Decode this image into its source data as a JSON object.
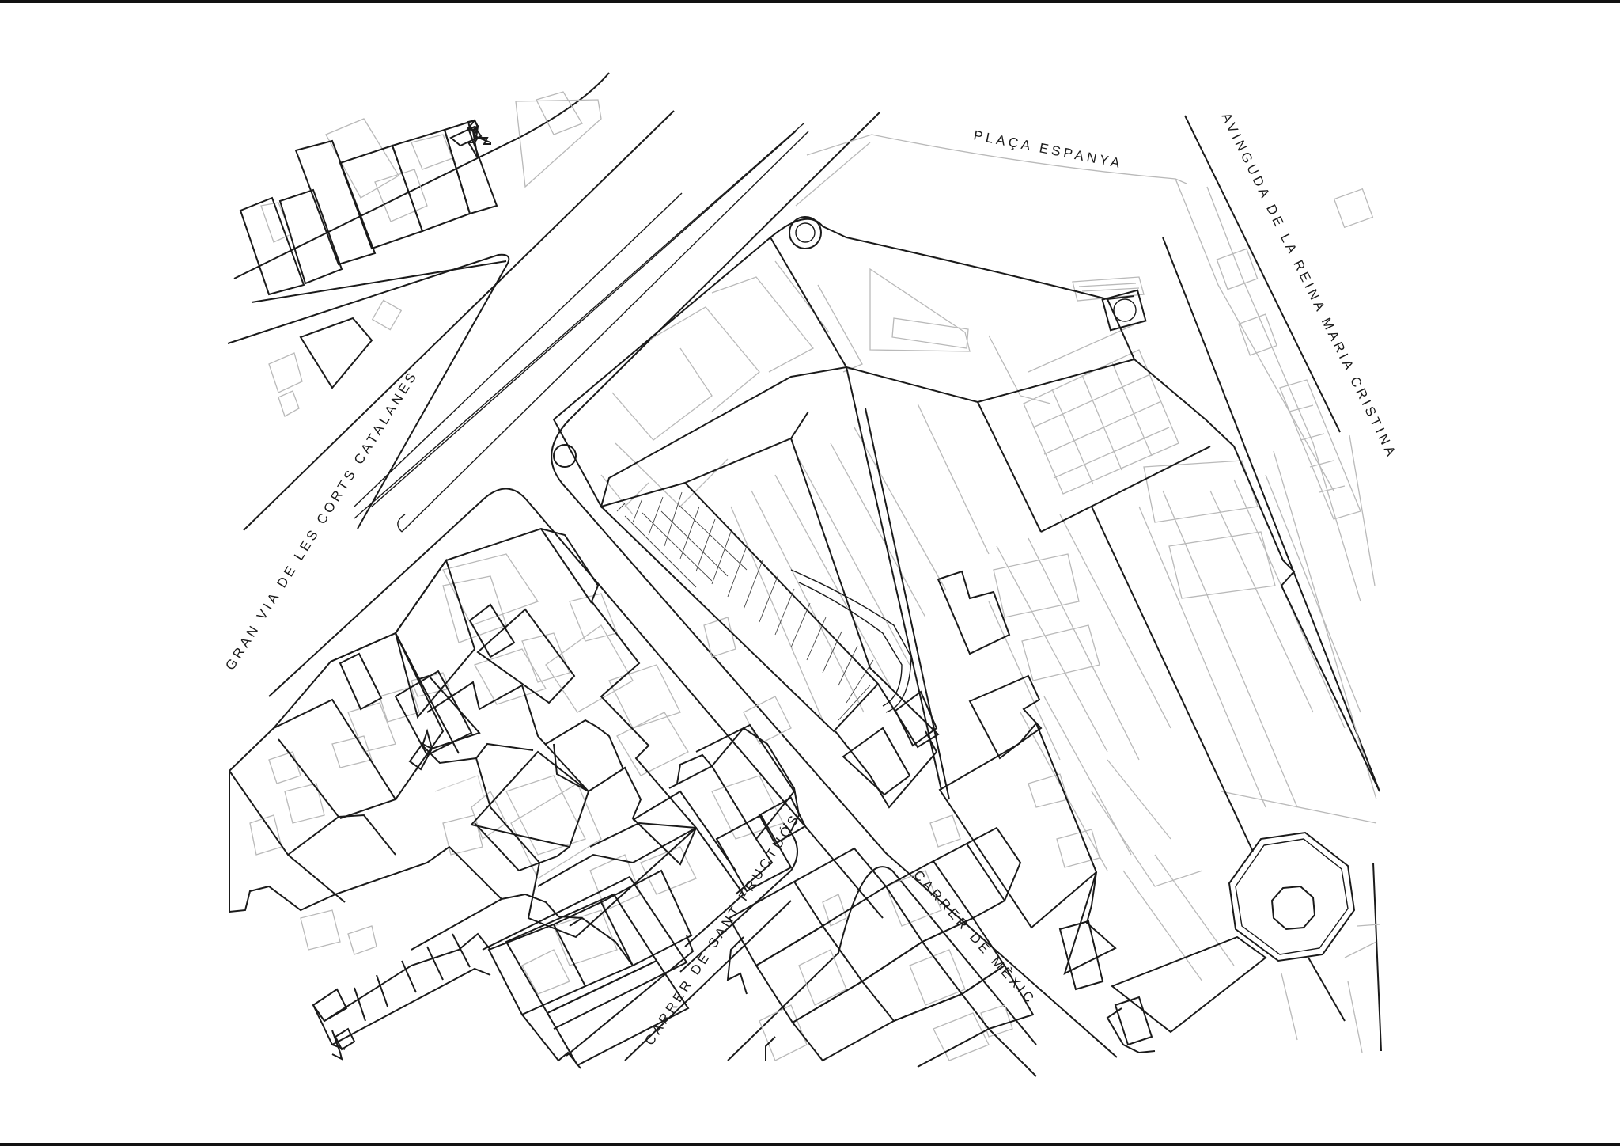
{
  "map": {
    "streets": [
      {
        "id": "placa-espanya",
        "label": "PLAÇA ESPANYA"
      },
      {
        "id": "avinguda-reina-maria-cristina",
        "label": "AVINGUDA DE LA REINA MARIA CRISTINA"
      },
      {
        "id": "gran-via-corts-catalanes",
        "label": "GRAN VIA DE LES CORTS CATALANES"
      },
      {
        "id": "carrer-sant-fructuos",
        "label": "CARRER DE SANT FRUCTUÓS"
      },
      {
        "id": "carrer-mexic",
        "label": "CARRER DE MÈXIC"
      }
    ],
    "colors": {
      "outline": "#1a1a1a",
      "context": "#b9b9b9",
      "background": "#ffffff"
    }
  }
}
